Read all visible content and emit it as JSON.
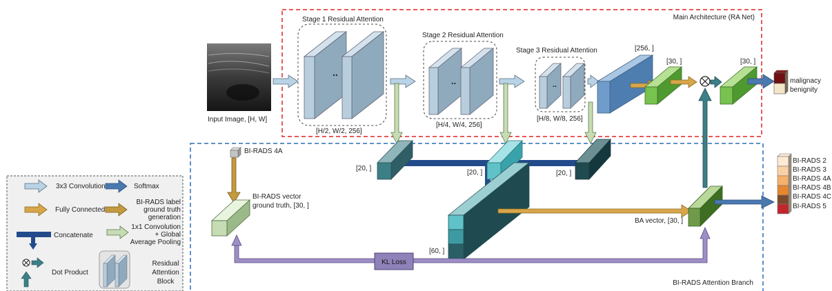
{
  "main": {
    "title": "Main Architecture (RA Net)",
    "input_label": "Input Image, [H, W]",
    "stage1": {
      "title": "Stage 1 Residual Attention",
      "dim": "[H/2, W/2, 256]"
    },
    "stage2": {
      "title": "Stage 2 Residual Attention",
      "dim": "[H/4, W/4, 256]"
    },
    "stage3": {
      "title": "Stage 3 Residual Attention",
      "dim": "[H/8, W/8, 256]"
    },
    "dims": {
      "d256": "[256, ]",
      "d30a": "[30, ]",
      "d30b": "[30, ]"
    },
    "outputs": [
      "malignacy",
      "benignity"
    ]
  },
  "branch": {
    "title": "BI-RADS Attention Branch",
    "birads_4a": "BI-RADS 4A",
    "vector_gt": [
      "BI-RADS vector",
      "ground truth, [30, ]"
    ],
    "dims": {
      "d20a": "[20, ]",
      "d20b": "[20, ]",
      "d20c": "[20, ]",
      "d60": "[60, ]"
    },
    "kl_loss": "KL Loss",
    "ba_vector": "BA vector, [30, ]",
    "classes": [
      "BI-RADS 2",
      "BI-RADS 3",
      "BI-RADS 4A",
      "BI-RADS 4B",
      "BI-RADS 4C",
      "BI-RADS 5"
    ]
  },
  "legend": {
    "conv3": "3x3 Convolution",
    "softmax": "Softmax",
    "fc": "Fully Connected",
    "label_gen": [
      "BI-RADS label",
      "ground truth",
      "generation"
    ],
    "concat": "Concatenate",
    "conv1": [
      "1x1 Convolution",
      "+ Global",
      "Average Pooling"
    ],
    "dot": "Dot Product",
    "residual": [
      "Residual",
      "Attention",
      "Block"
    ]
  },
  "colors": {
    "main_border": "#e02020",
    "branch_border": "#2a6db5",
    "conv_arrow": "#b9d3e6",
    "softmax_arrow": "#4a79b0",
    "fc_arrow": "#d8a64a",
    "gap_arrow": "#c6dcb4",
    "concat": "#234b8c",
    "loss_arrow": "#9d8fc4",
    "block": "#b8cedd",
    "dense_blue": "#6f9cca",
    "dense_green": "#78c24f",
    "teal": "#3d7f86",
    "cyan": "#5fc2c9"
  }
}
